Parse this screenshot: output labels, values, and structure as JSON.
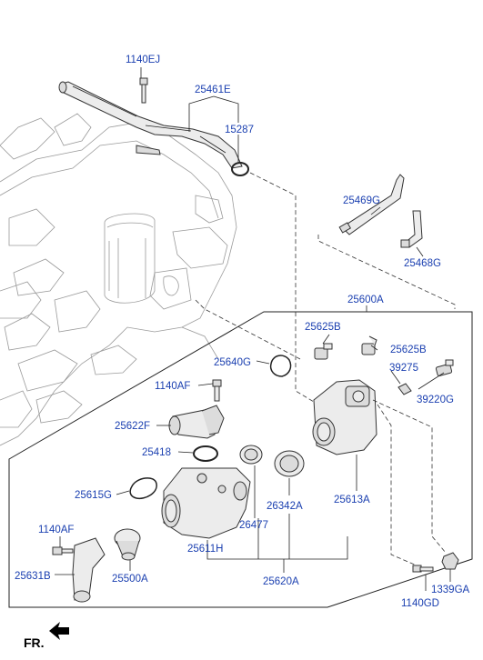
{
  "labels": {
    "p1140EJ": "1140EJ",
    "p25461E": "25461E",
    "p15287": "15287",
    "p25469G": "25469G",
    "p25468G": "25468G",
    "p25600A": "25600A",
    "p25625B_a": "25625B",
    "p25625B_b": "25625B",
    "p25640G": "25640G",
    "p39275": "39275",
    "p1140AF_a": "1140AF",
    "p39220G": "39220G",
    "p25622F": "25622F",
    "p25418": "25418",
    "p25615G": "25615G",
    "p26342A": "26342A",
    "p25613A": "25613A",
    "p26477": "26477",
    "p1140AF_b": "1140AF",
    "p25611H": "25611H",
    "p25631B": "25631B",
    "p25500A": "25500A",
    "p25620A": "25620A",
    "p1339GA": "1339GA",
    "p1140GD": "1140GD",
    "fr": "FR."
  }
}
